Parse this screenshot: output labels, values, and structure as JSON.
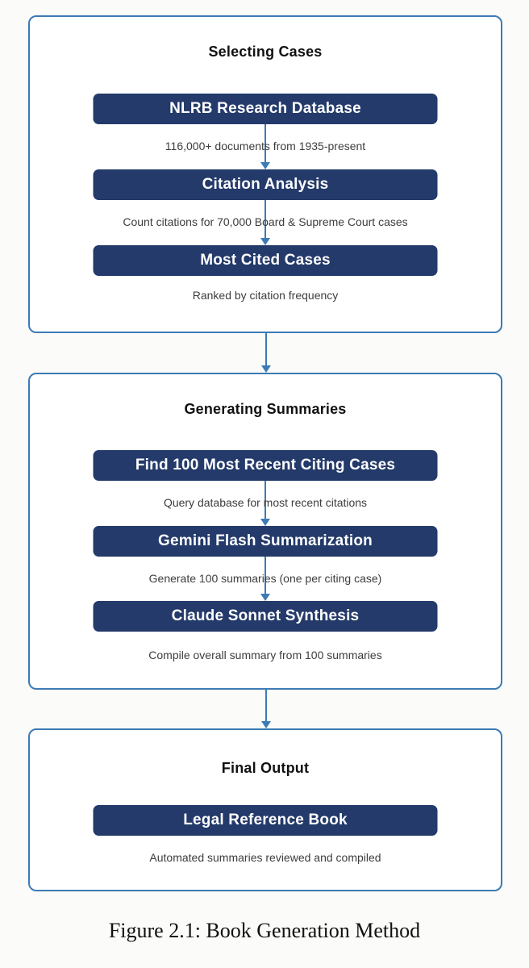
{
  "caption": "Figure 2.1: Book Generation Method",
  "colors": {
    "navy": "#243a6a",
    "accent_blue": "#3d7ab5",
    "page_bg": "#fbfbf9",
    "panel_bg": "#ffffff",
    "box_text": "#ffffff",
    "note_text": "#3d3d3d",
    "title_text": "#111111"
  },
  "sections": [
    {
      "title": "Selecting Cases",
      "steps": [
        {
          "label": "NLRB Research Database",
          "note": "116,000+ documents from 1935-present"
        },
        {
          "label": "Citation Analysis",
          "note": "Count citations for 70,000 Board & Supreme Court cases"
        },
        {
          "label": "Most Cited Cases",
          "note": "Ranked by citation frequency"
        }
      ]
    },
    {
      "title": "Generating Summaries",
      "steps": [
        {
          "label": "Find 100 Most Recent Citing Cases",
          "note": "Query database for most recent citations"
        },
        {
          "label": "Gemini Flash Summarization",
          "note": "Generate 100 summaries (one per citing case)"
        },
        {
          "label": "Claude Sonnet Synthesis",
          "note": "Compile overall summary from 100 summaries"
        }
      ]
    },
    {
      "title": "Final Output",
      "steps": [
        {
          "label": "Legal Reference Book",
          "note": "Automated summaries reviewed and compiled"
        }
      ]
    }
  ]
}
